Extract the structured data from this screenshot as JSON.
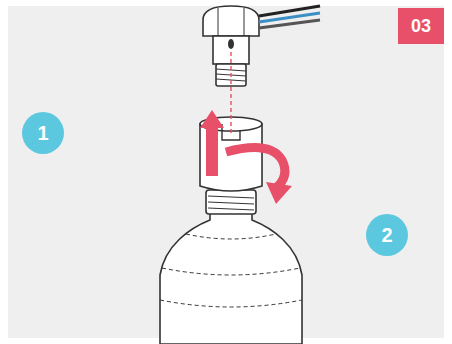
{
  "diagram": {
    "nodes": [
      {
        "text": [
          "03"
        ]
      },
      {
        "text": [
          "1"
        ]
      },
      {
        "text": [
          "2"
        ]
      }
    ]
  }
}
